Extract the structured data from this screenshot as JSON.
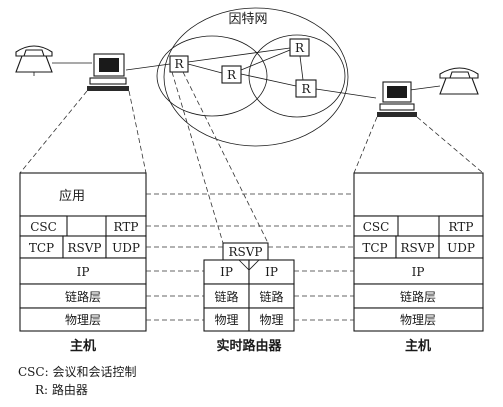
{
  "internet": {
    "label": "因特网",
    "router_label": "R"
  },
  "host_left": {
    "layers": {
      "app": "应用",
      "csc": "CSC",
      "rtp": "RTP",
      "tcp": "TCP",
      "rsvp": "RSVP",
      "udp": "UDP",
      "ip": "IP",
      "link": "链路层",
      "physical": "物理层"
    },
    "caption": "主机"
  },
  "host_right": {
    "layers": {
      "csc": "CSC",
      "rtp": "RTP",
      "tcp": "TCP",
      "rsvp": "RSVP",
      "udp": "UDP",
      "ip": "IP",
      "link": "链路层",
      "physical": "物理层"
    },
    "caption": "主机"
  },
  "router": {
    "rsvp": "RSVP",
    "ip": "IP",
    "link": "链路",
    "physical": "物理",
    "caption": "实时路由器"
  },
  "legend": {
    "csc_line": "CSC: 会议和会话控制",
    "r_line": "R: 路由器"
  }
}
